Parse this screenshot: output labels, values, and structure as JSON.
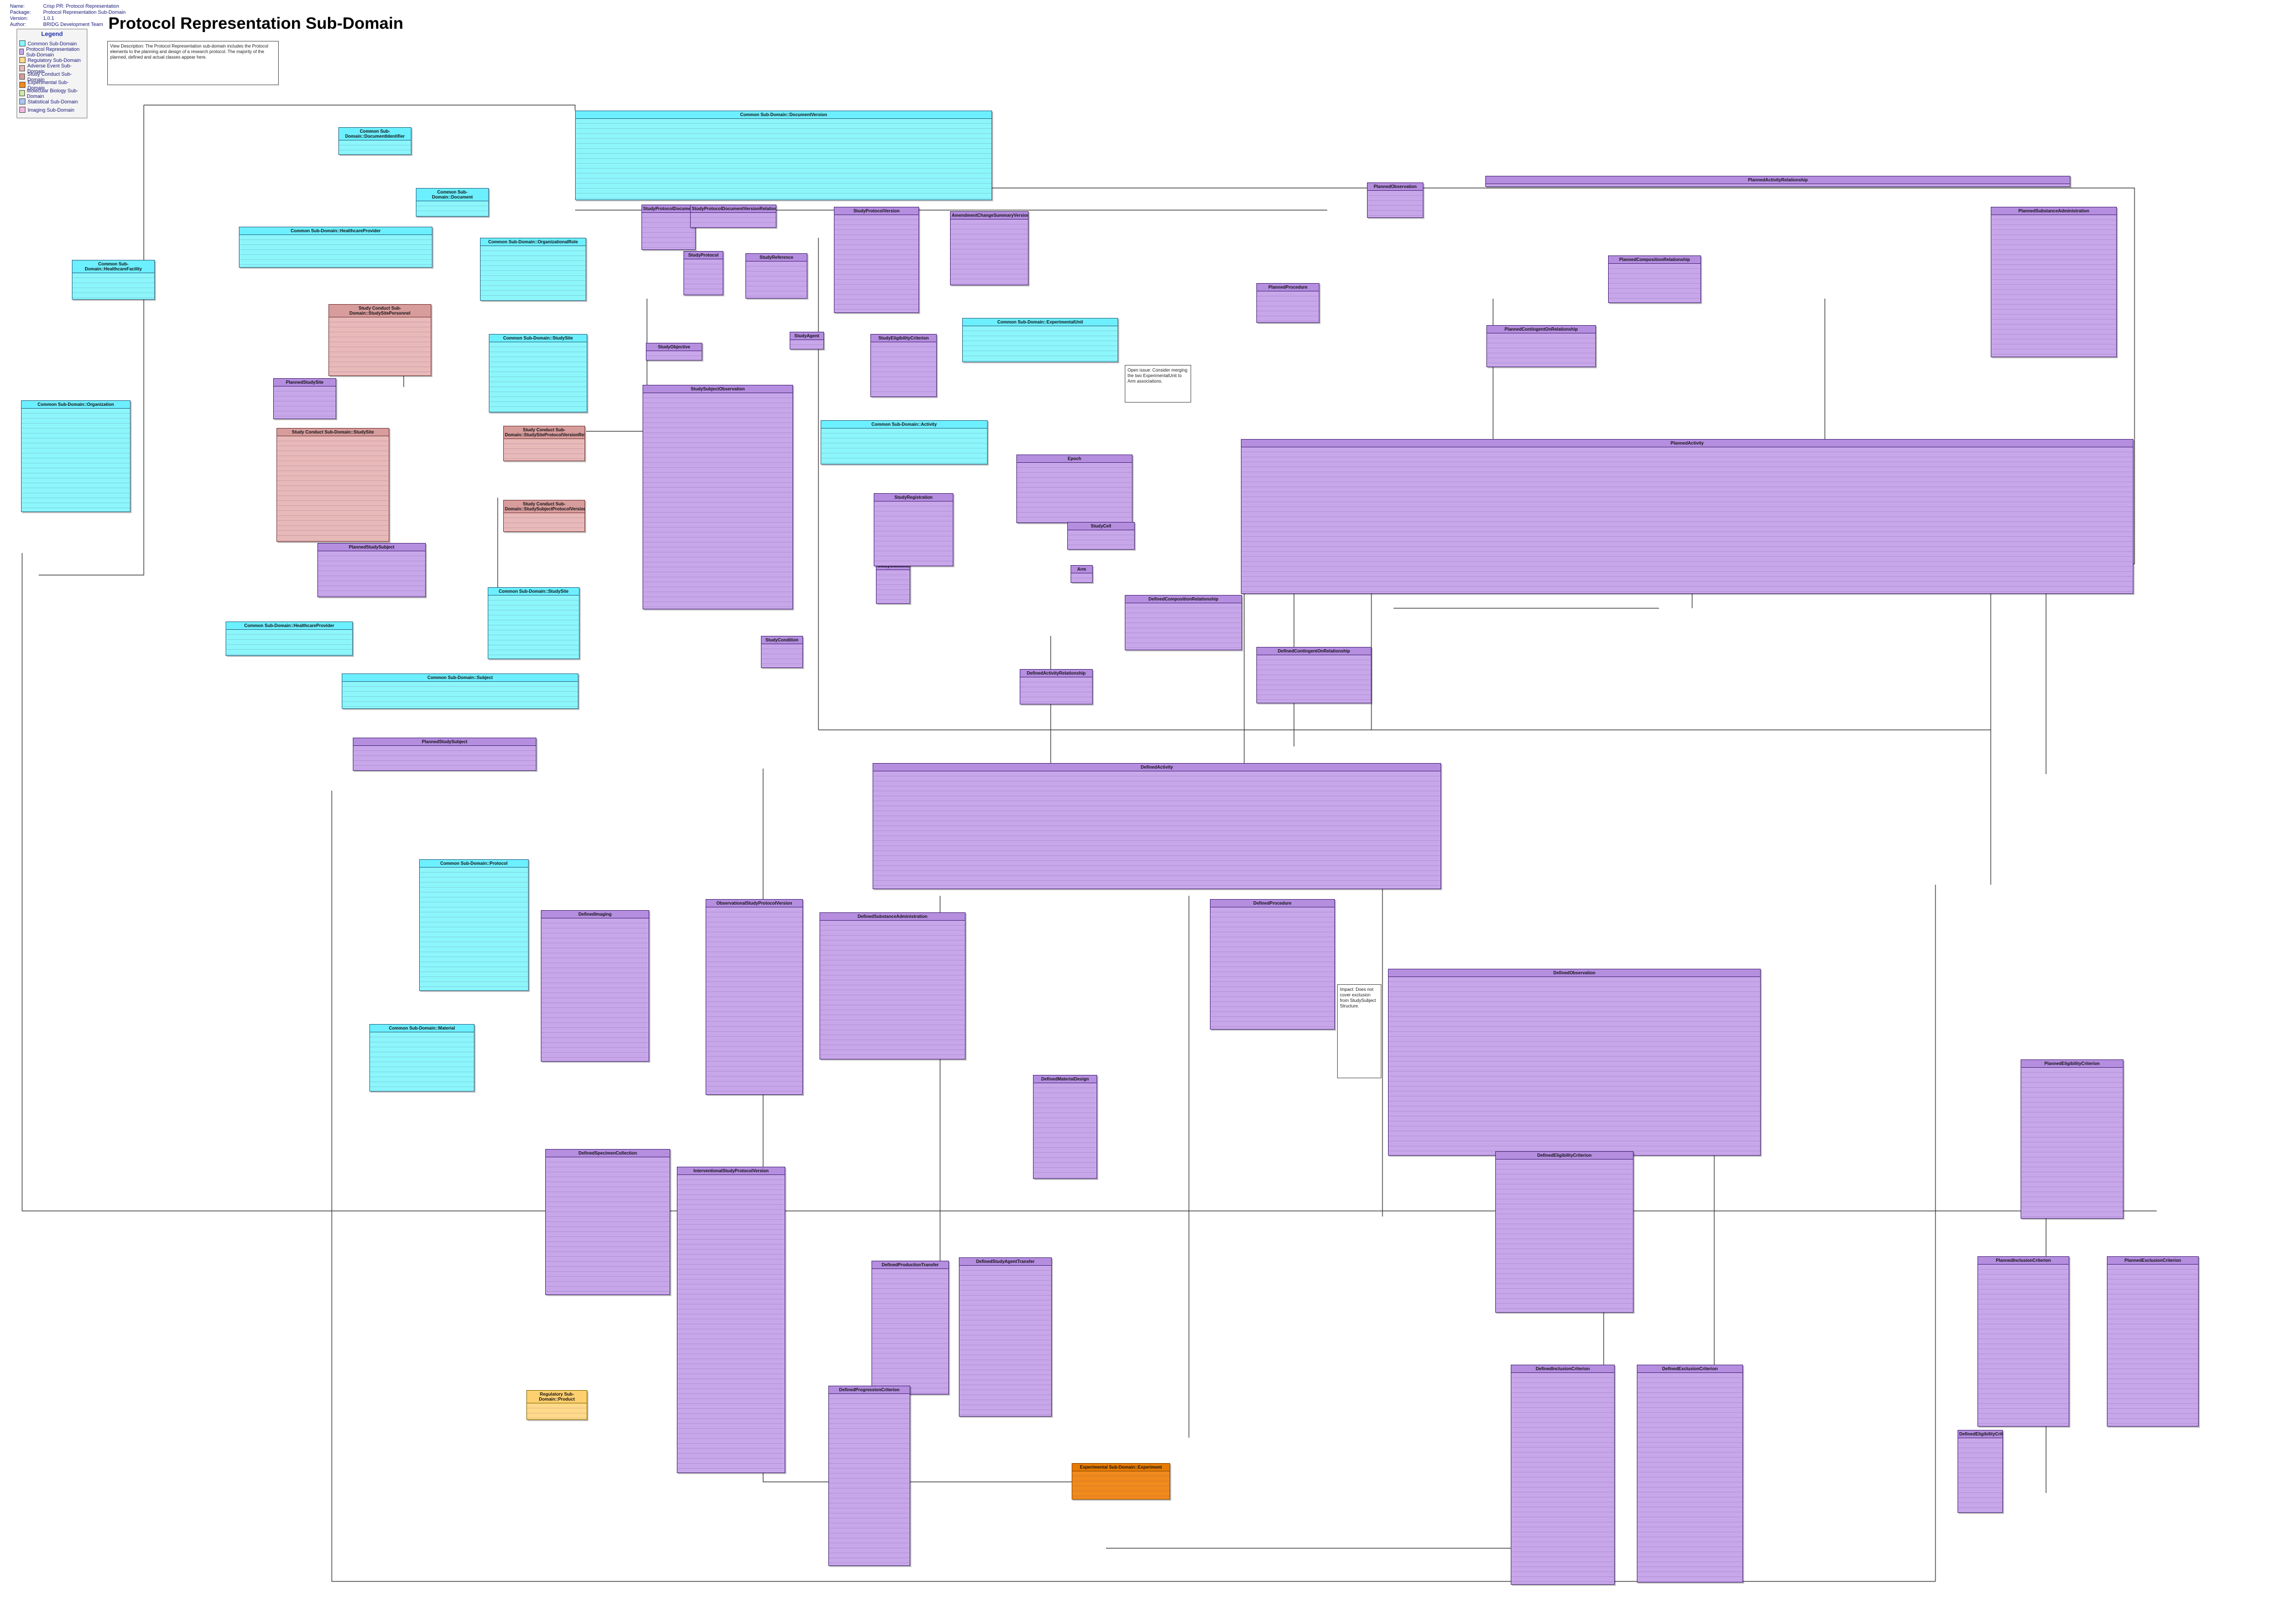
{
  "header": {
    "meta": [
      {
        "key": "Name:",
        "value": "Crisp PR: Protocol Representation"
      },
      {
        "key": "Package:",
        "value": "Protocol Representation Sub-Domain"
      },
      {
        "key": "Version:",
        "value": "1.0.1"
      },
      {
        "key": "Author:",
        "value": "BRIDG Development Team"
      }
    ],
    "title": "Protocol Representation Sub-Domain"
  },
  "legend": {
    "title": "Legend",
    "items": [
      {
        "label": "Common Sub-Domain",
        "color": "#8cf6fb"
      },
      {
        "label": "Protocol Representation Sub-Domain",
        "color": "#c8a6ea"
      },
      {
        "label": "Regulatory Sub-Domain",
        "color": "#ffd98a"
      },
      {
        "label": "Adverse Event Sub-Domain",
        "color": "#e8b9b9"
      },
      {
        "label": "Study Conduct Sub-Domain",
        "color": "#d79c9c"
      },
      {
        "label": "Experimental Sub-Domain",
        "color": "#f08a1c"
      },
      {
        "label": "Molecular Biology Sub-Domain",
        "color": "#cfe8a8"
      },
      {
        "label": "Statistical Sub-Domain",
        "color": "#a8c8f0"
      },
      {
        "label": "Imaging Sub-Domain",
        "color": "#f0b8e0"
      }
    ]
  },
  "note": {
    "text": "View Description: The Protocol Representation sub-domain includes the Protocol elements to the planning and design of a research protocol. The majority of the planned, defined and actual classes appear here."
  },
  "callouts": [
    {
      "text": "Open issue: Consider merging the two ExperimentalUnit to Arm associations."
    },
    {
      "text": "Impact: Does not cover exclusion from StudySubject Structure."
    }
  ],
  "classes": {
    "c1": "Common Sub-Domain::DocumentVersion",
    "c2": "Common Sub-Domain::DocumentIdentifier",
    "c3": "Common Sub-Domain::Document",
    "c4": "Common Sub-Domain::HealthcareProvider",
    "c5": "Common Sub-Domain::OrganizationalRole",
    "c6": "Common Sub-Domain::HealthcareFacility",
    "c7": "Common Sub-Domain::Organization",
    "c8": "Common Sub-Domain::Activity",
    "c9": "Common Sub-Domain::ExperimentalUnit",
    "c10": "Common Sub-Domain::StudySite",
    "c11": "Common Sub-Domain::HealthcareProvider",
    "c12": "Common Sub-Domain::Subject",
    "c13": "Common Sub-Domain::Protocol",
    "c14": "Common Sub-Domain::Material",
    "r1": "Study Conduct Sub-Domain::StudySitePersonnel",
    "r2": "Study Conduct Sub-Domain::StudySite",
    "r3": "Study Conduct Sub-Domain::StudySiteProtocolVersionRelationship",
    "r4": "Study Conduct Sub-Domain::StudySubjectProtocolVersionRelationship",
    "p1": "StudyProtocolDocument",
    "p2": "StudyProtocol",
    "p3": "StudyProtocolVersion",
    "p4": "AmendmentChangeSummaryVersion",
    "p5": "StudyReference",
    "p6": "StudyProtocolDocumentVersionRelationship",
    "p7": "StudyObjective",
    "p8": "StudySubjectObservation",
    "p9": "PlannedStudySite",
    "p10": "StudyAgent",
    "p11": "StudyCondition",
    "p12": "StudyEligibilityCriterion",
    "p13": "PlannedStudySubject",
    "p14": "StudyOutcomeMeasure",
    "p15": "StudyRegistration",
    "p16": "Epoch",
    "p17": "Arm",
    "p18": "StudyCell",
    "p19": "PlannedActivity",
    "p20": "PlannedActivityRelationship",
    "p21": "PlannedCompositionRelationship",
    "p22": "PlannedContingentOnRelationship",
    "p23": "PlannedSubstanceAdministration",
    "p24": "PlannedProcedure",
    "p25": "PlannedObservation",
    "p26": "DefinedActivity",
    "p27": "DefinedObservation",
    "p28": "DefinedProcedure",
    "p29": "DefinedSubstanceAdministration",
    "p30": "DefinedEligibilityCriterion",
    "p31": "DefinedInclusionCriterion",
    "p32": "DefinedExclusionCriterion",
    "p33": "DefinedMaterialDesign",
    "p34": "DefinedStudyAgentTransfer",
    "p35": "DefinedProductionTransfer",
    "p36": "DefinedCompositionRelationship",
    "p37": "DefinedContingentOnRelationship",
    "p38": "DefinedActivityRelationship",
    "p39": "DefinedProgressionCriterion",
    "p40": "InterventionalStudyProtocolVersion",
    "p41": "ObservationalStudyProtocolVersion",
    "p42": "PlannedStudySubject",
    "p43": "PlannedEligibilityCriterion",
    "p44": "PlannedInclusionCriterion",
    "p45": "PlannedExclusionCriterion",
    "p46": "DefinedSpecimenCollection",
    "p47": "DefinedImaging",
    "p48": "DefinedEligibilityCriterionAnswer",
    "y1": "Regulatory Sub-Domain::Product",
    "o1": "Experimental Sub-Domain::Experiment"
  }
}
